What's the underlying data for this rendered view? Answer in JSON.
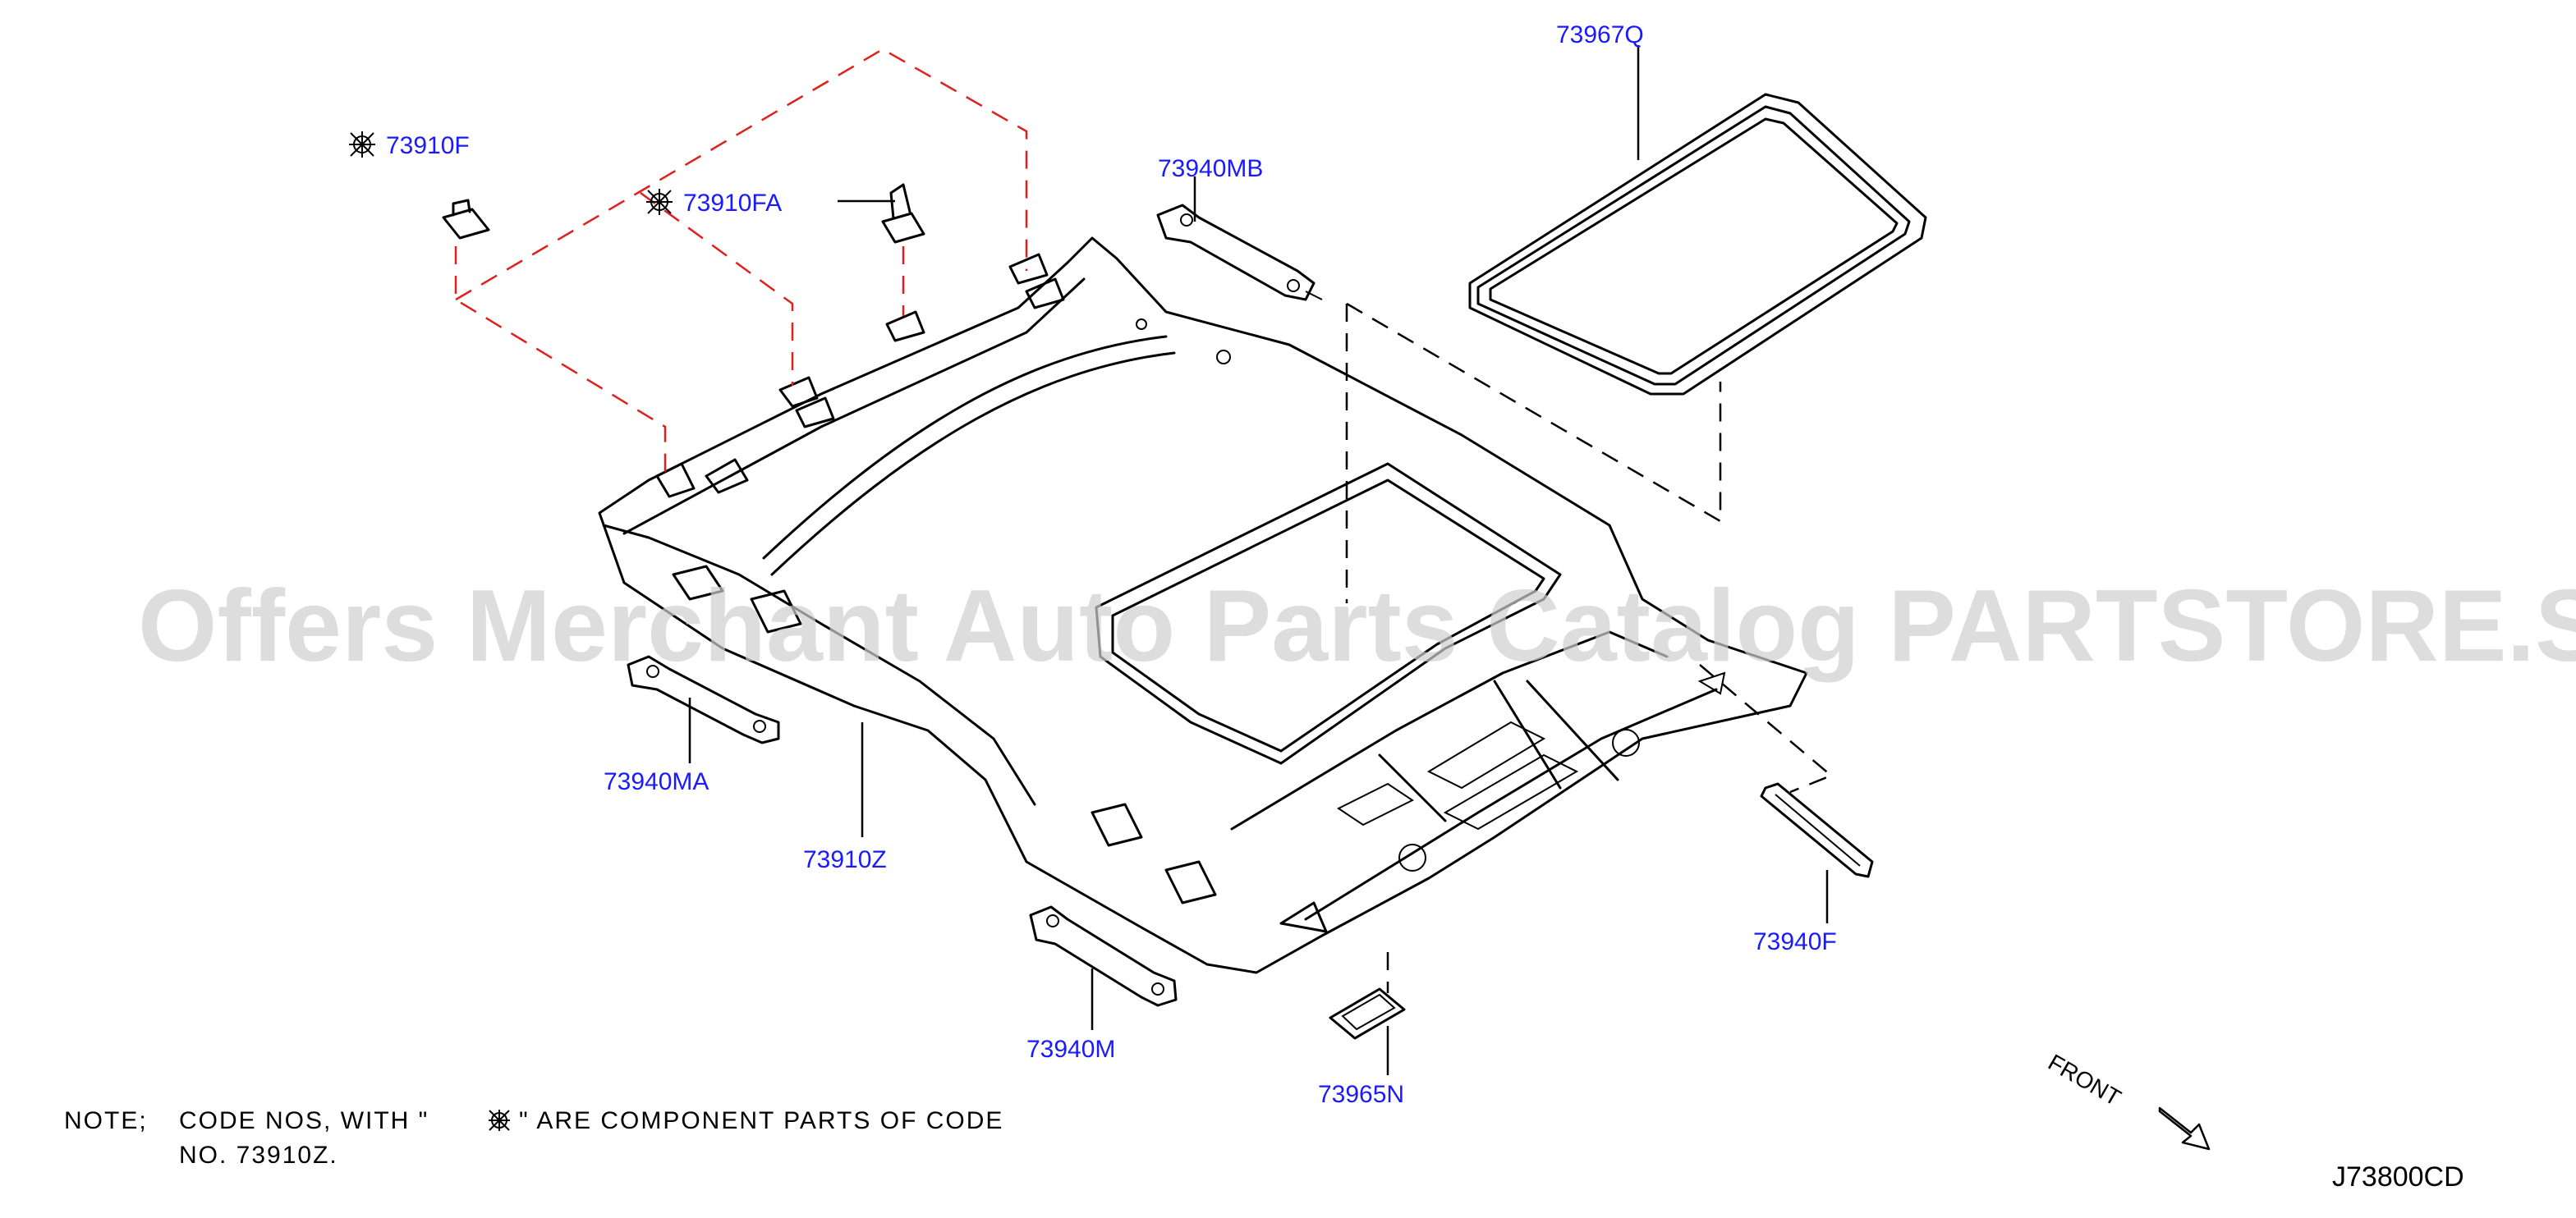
{
  "watermark": "Offers Merchant Auto Parts Catalog PARTSTORE.SA",
  "callouts": {
    "c73967Q": "73967Q",
    "c73940MB": "73940MB",
    "c73910F": "73910F",
    "c73910FA": "73910FA",
    "c73940MA": "73940MA",
    "c73910Z": "73910Z",
    "c73940M": "73940M",
    "c73965N": "73965N",
    "c73940F": "73940F"
  },
  "note": {
    "line1_label": "NOTE;",
    "line1_text_a": "CODE NOS, WITH \"",
    "line1_text_b": "\" ARE COMPONENT PARTS OF CODE",
    "line2": "NO. 73910Z."
  },
  "front_label": "FRONT",
  "diagram_code": "J73800CD",
  "colors": {
    "callout": "#1a1aff",
    "red_dash": "#e0201c",
    "line": "#000000",
    "watermark": "#cfcfcf"
  }
}
